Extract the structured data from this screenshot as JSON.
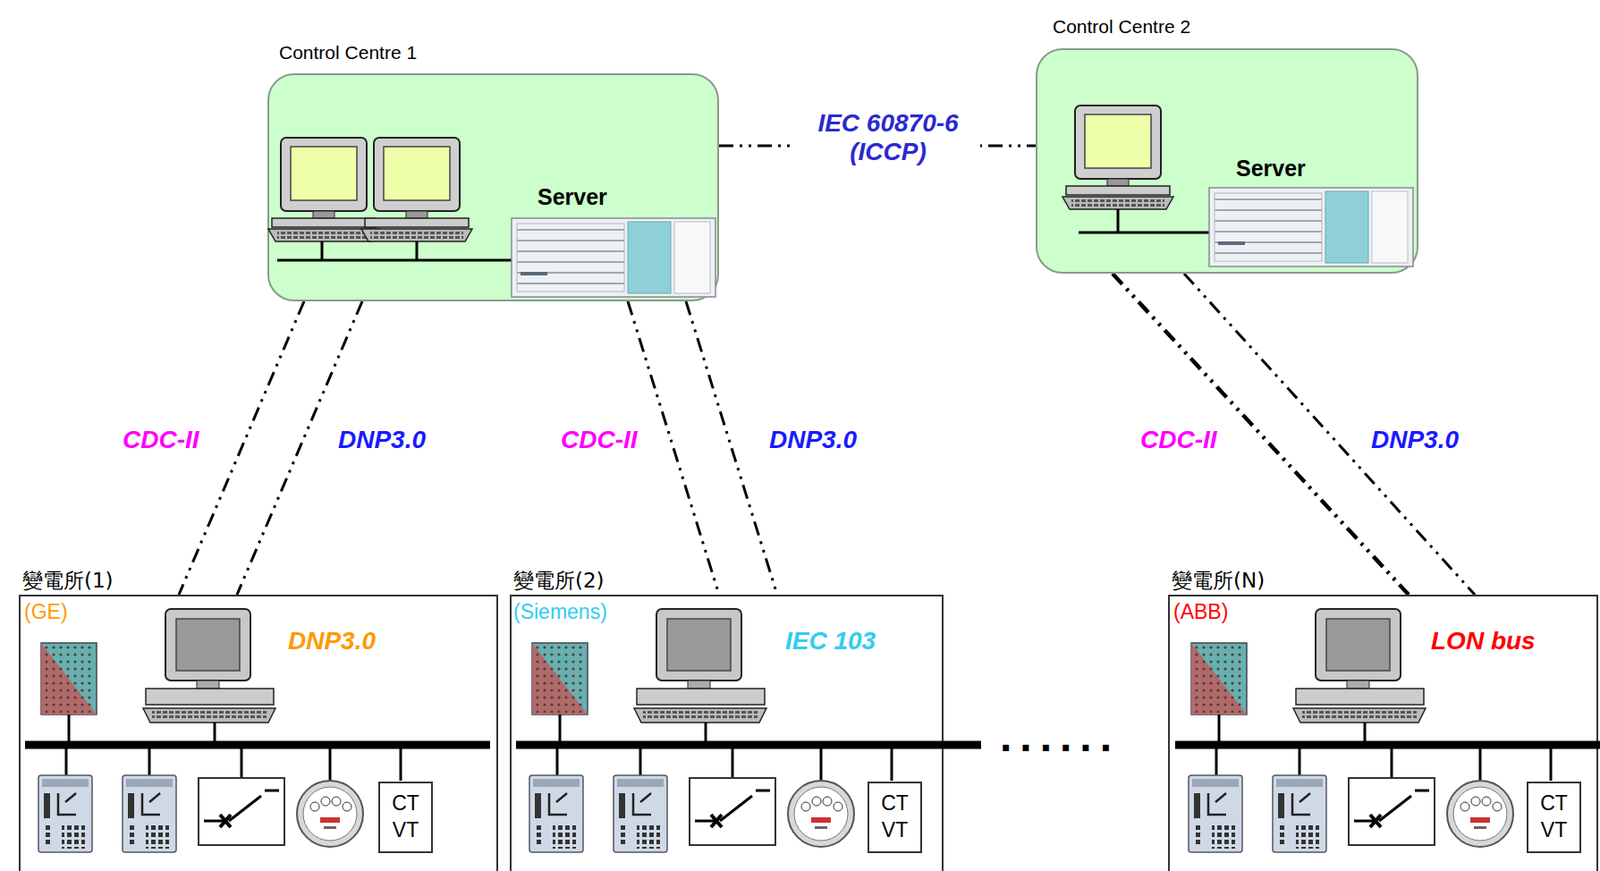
{
  "diagram": {
    "nodes": [
      {
        "text": [
          "Control Centre 1"
        ]
      },
      {
        "text": [
          "Server"
        ],
        "in": 0
      },
      {
        "text": [
          "Control Centre 2"
        ]
      },
      {
        "text": [
          "Server"
        ],
        "in": 2
      },
      {
        "text": [
          "變電所(1)",
          "(GE)",
          "DNP3.0"
        ]
      },
      {
        "text": [
          "CT VT"
        ],
        "in": 4
      },
      {
        "text": [
          "變電所(2)",
          "(Siemens)",
          "IEC 103"
        ]
      },
      {
        "text": [
          "CT VT"
        ],
        "in": 6
      },
      {
        "text": [
          "變電所(N)",
          "(ABB)",
          "LON bus"
        ]
      },
      {
        "text": [
          "CT VT"
        ],
        "in": 8
      }
    ],
    "edges": [
      {
        "from": 0,
        "to": 2,
        "label": "IEC 60870-6 (ICCP)",
        "arrow": "none"
      },
      {
        "from": 0,
        "to": 4,
        "label": "CDC-II",
        "arrow": "none"
      },
      {
        "from": 0,
        "to": 4,
        "label": "DNP3.0",
        "arrow": "none"
      },
      {
        "from": 0,
        "to": 6,
        "label": "CDC-II",
        "arrow": "none"
      },
      {
        "from": 0,
        "to": 6,
        "label": "DNP3.0",
        "arrow": "none"
      },
      {
        "from": 2,
        "to": 8,
        "label": "CDC-II",
        "arrow": "none"
      },
      {
        "from": 2,
        "to": 8,
        "label": "DNP3.0",
        "arrow": "none"
      }
    ],
    "labels": [
      "......"
    ]
  }
}
